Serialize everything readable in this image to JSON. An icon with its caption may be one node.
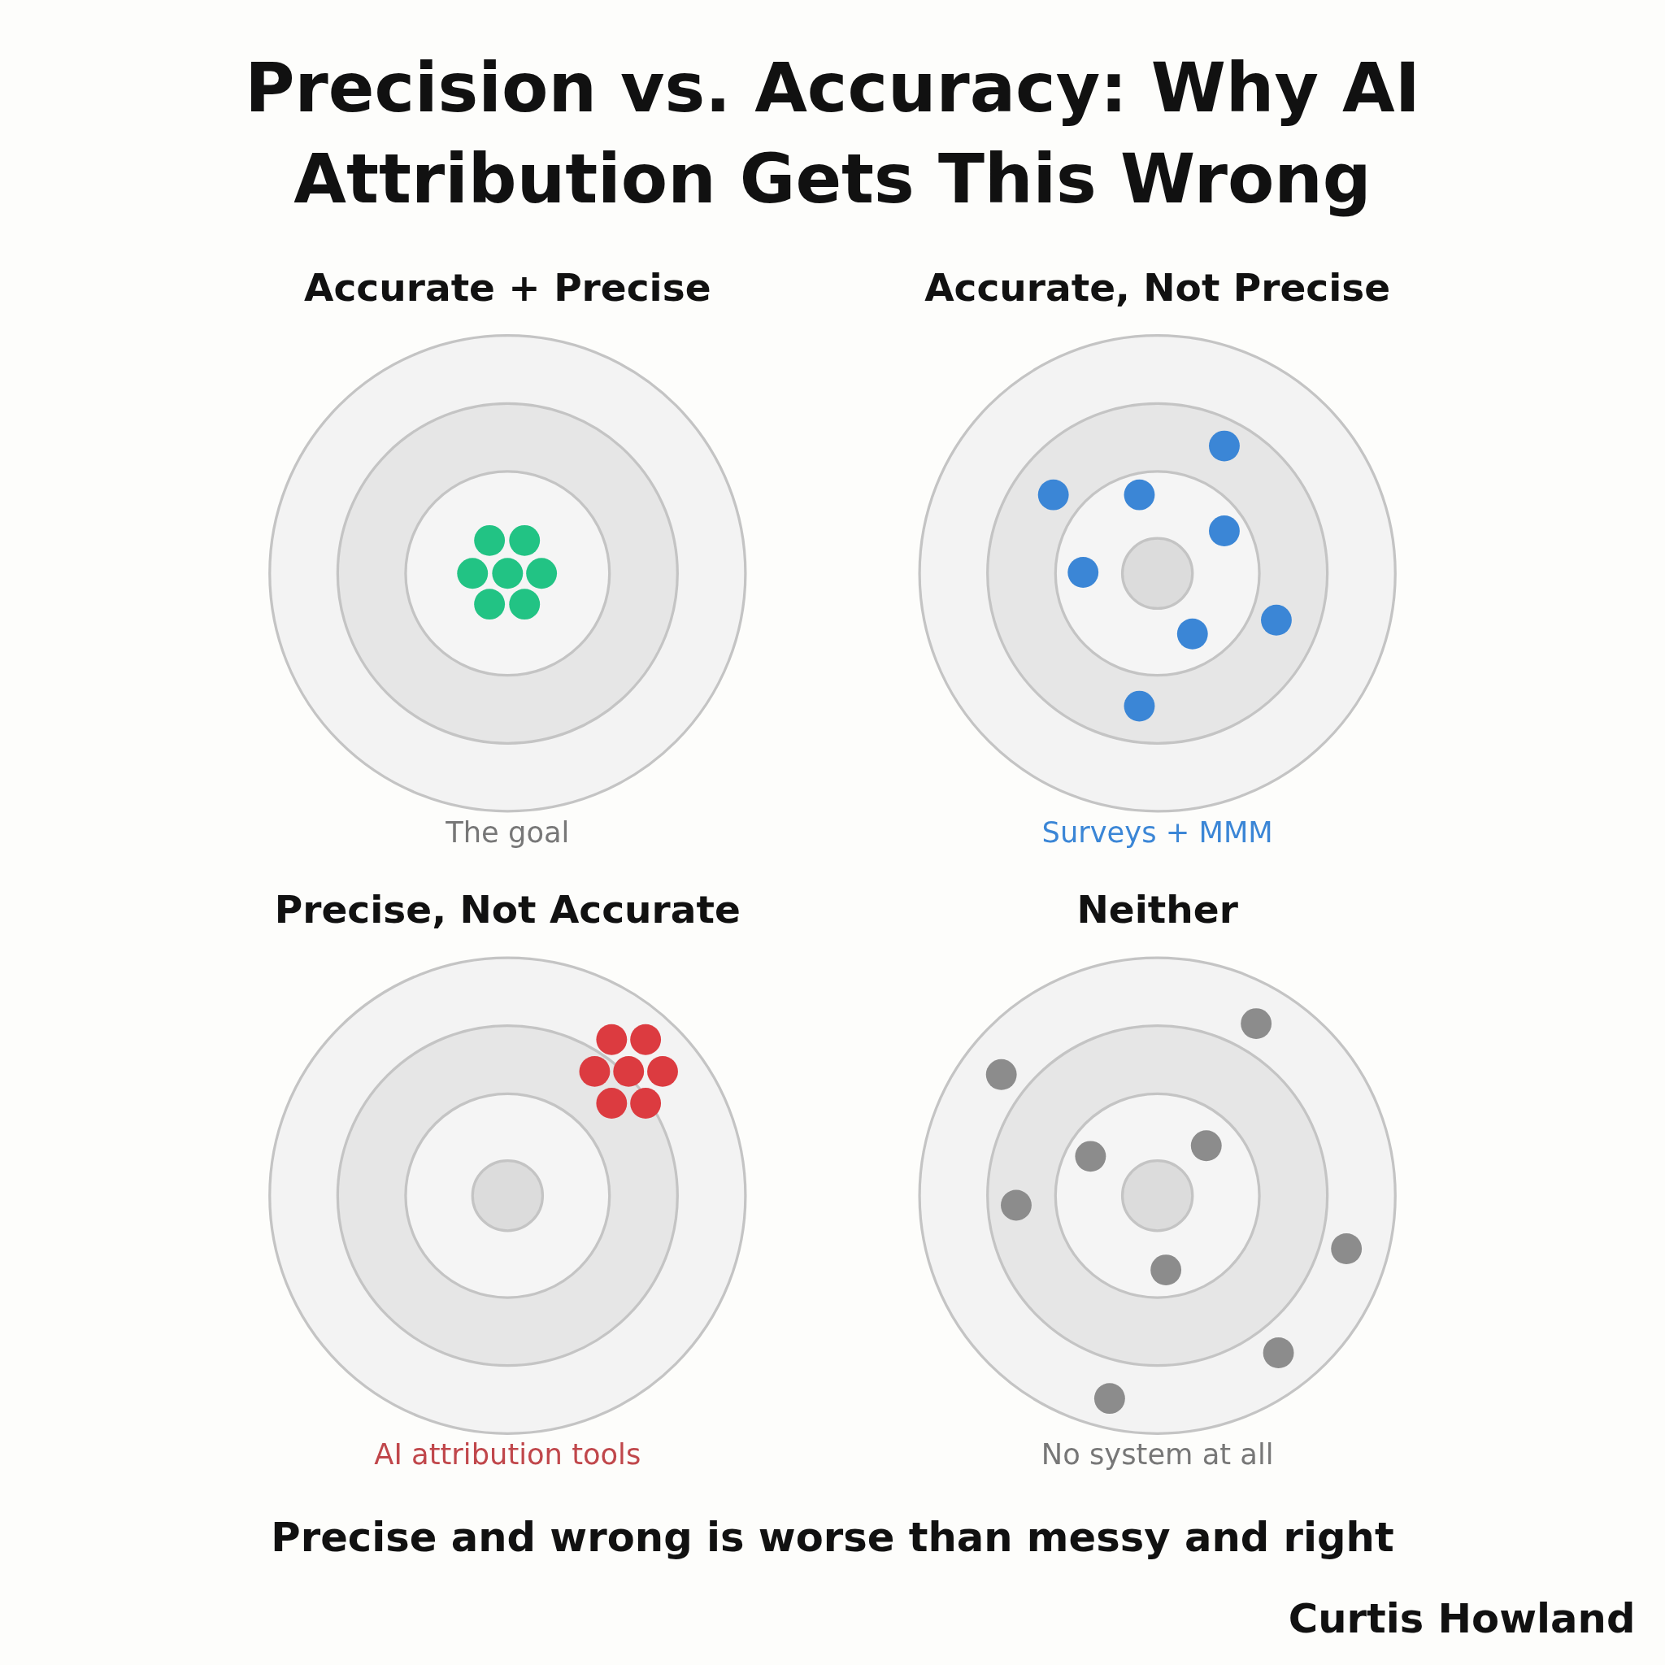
{
  "diagram": {
    "title": "Precision vs. Accuracy: Why AI Attribution Gets This Wrong",
    "nodes": [
      {
        "text": [
          "Accurate + Precise"
        ],
        "beside": [
          "The goal"
        ]
      },
      {
        "text": [
          "Accurate, Not Precise"
        ],
        "beside": [
          "Surveys + MMM"
        ]
      },
      {
        "text": [
          "Precise, Not Accurate"
        ],
        "beside": [
          "AI attribution tools"
        ]
      },
      {
        "text": [
          "Neither"
        ],
        "beside": [
          "No system at all"
        ]
      }
    ],
    "edges": [],
    "caption": "Precise and wrong is worse than messy and right",
    "labels": [
      "Curtis Howland"
    ]
  }
}
